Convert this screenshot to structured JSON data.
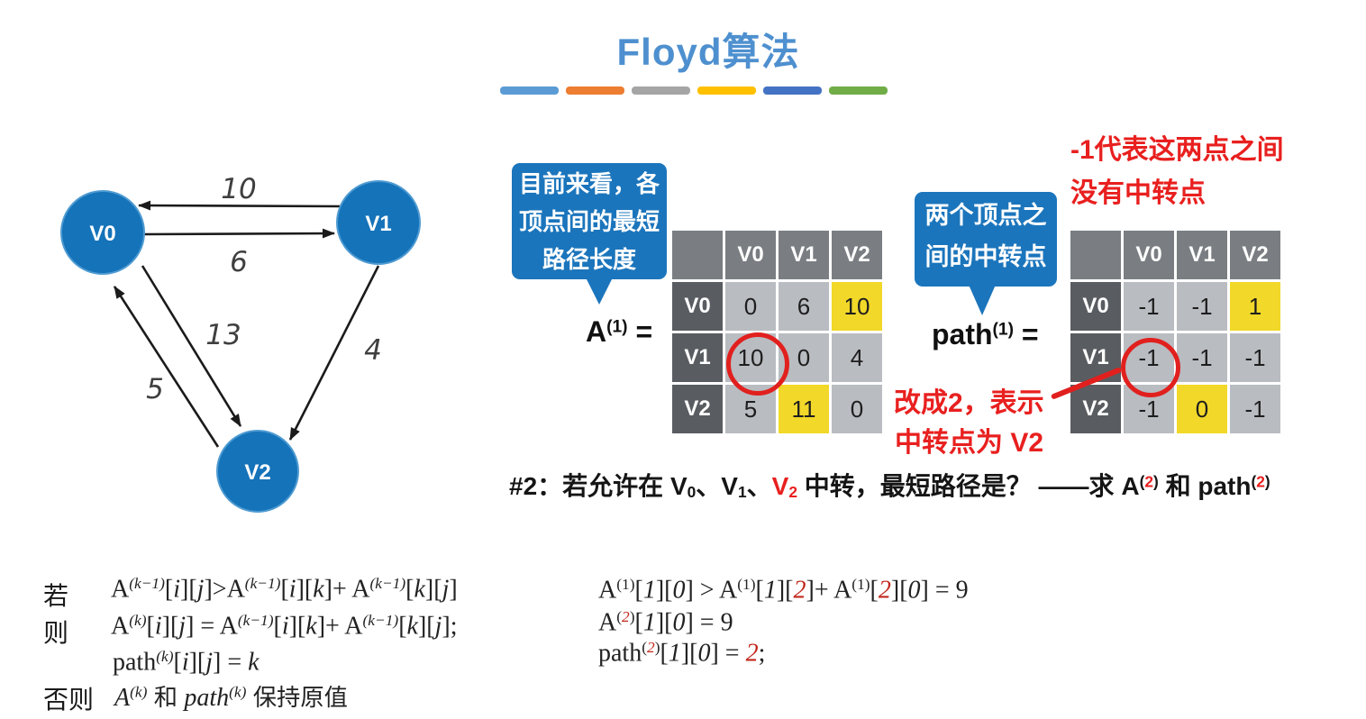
{
  "title": "Floyd算法",
  "title_color": "#4e90cf",
  "accent_bars": [
    "#5b9bd5",
    "#ed7d31",
    "#a5a5a5",
    "#ffc000",
    "#4472c4",
    "#70ad47"
  ],
  "graph": {
    "node_color": "#1573b9",
    "nodes": [
      {
        "label": "V0"
      },
      {
        "label": "V1"
      },
      {
        "label": "V2"
      }
    ],
    "edges": [
      {
        "from": "V1",
        "to": "V0",
        "weight": "10"
      },
      {
        "from": "V0",
        "to": "V1",
        "weight": "6"
      },
      {
        "from": "V0",
        "to": "V2",
        "weight": "13"
      },
      {
        "from": "V2",
        "to": "V0",
        "weight": "5"
      },
      {
        "from": "V1",
        "to": "V2",
        "weight": "4"
      }
    ]
  },
  "bubbles": {
    "color": "#1b75bc",
    "a": {
      "lines": [
        "目前来看，各",
        "顶点间的最短",
        "路径长度"
      ]
    },
    "path": {
      "lines": [
        "两个顶点之",
        "间的中转点"
      ]
    }
  },
  "matrix_a": {
    "label": [
      {
        "t": "A"
      },
      {
        "t": "(1)",
        "c": "sup"
      },
      {
        "t": " ="
      }
    ],
    "col_headers": [
      "V0",
      "V1",
      "V2"
    ],
    "row_headers": [
      "V0",
      "V1",
      "V2"
    ],
    "rows": [
      [
        "0",
        "6",
        "10"
      ],
      [
        "10",
        "0",
        "4"
      ],
      [
        "5",
        "11",
        "0"
      ]
    ],
    "highlight_cells": [
      [
        0,
        2
      ],
      [
        2,
        1
      ]
    ],
    "circled_cell": [
      1,
      0
    ],
    "highlight_color": "#f2d829"
  },
  "matrix_path": {
    "label": [
      {
        "t": "path"
      },
      {
        "t": "(1)",
        "c": "sup"
      },
      {
        "t": " ="
      }
    ],
    "col_headers": [
      "V0",
      "V1",
      "V2"
    ],
    "row_headers": [
      "V0",
      "V1",
      "V2"
    ],
    "rows": [
      [
        "-1",
        "-1",
        "1"
      ],
      [
        "-1",
        "-1",
        "-1"
      ],
      [
        "-1",
        "0",
        "-1"
      ]
    ],
    "highlight_cells": [
      [
        0,
        2
      ],
      [
        2,
        1
      ]
    ],
    "circled_cell": [
      1,
      0
    ],
    "highlight_color": "#f2d829"
  },
  "annotations": {
    "color": "#e8201f",
    "no_transfer": [
      "-1代表这两点之间",
      "没有中转点"
    ],
    "change": [
      "改成2，表示",
      "中转点为 V2"
    ]
  },
  "question": {
    "segments": [
      {
        "t": "#2：若允许在 "
      },
      {
        "t": "V"
      },
      {
        "t": "0",
        "c": "sub"
      },
      {
        "t": "、"
      },
      {
        "t": "V"
      },
      {
        "t": "1",
        "c": "sub"
      },
      {
        "t": "、"
      },
      {
        "t": "V",
        "c": "redA"
      },
      {
        "t": "2",
        "c": "sub redA"
      },
      {
        "t": " 中转，最短路径是？ ——求 "
      },
      {
        "t": "A"
      },
      {
        "t": "(",
        "c": "sup"
      },
      {
        "t": "2",
        "c": "sup redA"
      },
      {
        "t": ")",
        "c": "sup"
      },
      {
        "t": " 和 path"
      },
      {
        "t": "(",
        "c": "sup"
      },
      {
        "t": "2",
        "c": "sup redA"
      },
      {
        "t": ")",
        "c": "sup"
      }
    ]
  },
  "formulas_left": {
    "rows": [
      {
        "label": "若",
        "segments": [
          {
            "t": "A"
          },
          {
            "t": "(k−1)",
            "c": "sup it"
          },
          {
            "t": "["
          },
          {
            "t": "i",
            "c": "it"
          },
          {
            "t": "]["
          },
          {
            "t": "j",
            "c": "it"
          },
          {
            "t": "]>A"
          },
          {
            "t": "(k−1)",
            "c": "sup it"
          },
          {
            "t": "["
          },
          {
            "t": "i",
            "c": "it"
          },
          {
            "t": "]["
          },
          {
            "t": "k",
            "c": "it"
          },
          {
            "t": "]+ A"
          },
          {
            "t": "(k−1)",
            "c": "sup it"
          },
          {
            "t": "["
          },
          {
            "t": "k",
            "c": "it"
          },
          {
            "t": "]["
          },
          {
            "t": "j",
            "c": "it"
          },
          {
            "t": "]"
          }
        ]
      },
      {
        "label": "则",
        "segments": [
          {
            "t": "A"
          },
          {
            "t": "(k)",
            "c": "sup it"
          },
          {
            "t": "["
          },
          {
            "t": "i",
            "c": "it"
          },
          {
            "t": "]["
          },
          {
            "t": "j",
            "c": "it"
          },
          {
            "t": "] = A"
          },
          {
            "t": "(k−1)",
            "c": "sup it"
          },
          {
            "t": "["
          },
          {
            "t": "i",
            "c": "it"
          },
          {
            "t": "]["
          },
          {
            "t": "k",
            "c": "it"
          },
          {
            "t": "]+ A"
          },
          {
            "t": "(k−1)",
            "c": "sup it"
          },
          {
            "t": "["
          },
          {
            "t": "k",
            "c": "it"
          },
          {
            "t": "]["
          },
          {
            "t": "j",
            "c": "it"
          },
          {
            "t": "];"
          }
        ]
      },
      {
        "label": "",
        "segments": [
          {
            "t": "path"
          },
          {
            "t": "(k)",
            "c": "sup it"
          },
          {
            "t": "["
          },
          {
            "t": "i",
            "c": "it"
          },
          {
            "t": "]["
          },
          {
            "t": "j",
            "c": "it"
          },
          {
            "t": "] = "
          },
          {
            "t": "k",
            "c": "it"
          }
        ]
      },
      {
        "label": "否则",
        "segments": [
          {
            "t": "A",
            "c": "it"
          },
          {
            "t": "(k)",
            "c": "sup it"
          },
          {
            "t": " 和 ",
            "c": "cjk"
          },
          {
            "t": "path",
            "c": "it"
          },
          {
            "t": "(k)",
            "c": "sup it"
          },
          {
            "t": " 保持原值",
            "c": "cjk"
          }
        ]
      }
    ]
  },
  "formulas_right": {
    "lines": [
      {
        "segments": [
          {
            "t": "A"
          },
          {
            "t": "(1)",
            "c": "sup"
          },
          {
            "t": "["
          },
          {
            "t": "1",
            "c": "it"
          },
          {
            "t": "]["
          },
          {
            "t": "0",
            "c": "it"
          },
          {
            "t": "] > A"
          },
          {
            "t": "(1)",
            "c": "sup"
          },
          {
            "t": "["
          },
          {
            "t": "1",
            "c": "it"
          },
          {
            "t": "]["
          },
          {
            "t": "2",
            "c": "it redF"
          },
          {
            "t": "]+ A"
          },
          {
            "t": "(1)",
            "c": "sup"
          },
          {
            "t": "["
          },
          {
            "t": "2",
            "c": "it redF"
          },
          {
            "t": "]["
          },
          {
            "t": "0",
            "c": "it"
          },
          {
            "t": "] = 9"
          }
        ]
      },
      {
        "segments": [
          {
            "t": "A"
          },
          {
            "t": "(",
            "c": "sup"
          },
          {
            "t": "2",
            "c": "sup it redF"
          },
          {
            "t": ")",
            "c": "sup"
          },
          {
            "t": "["
          },
          {
            "t": "1",
            "c": "it"
          },
          {
            "t": "]["
          },
          {
            "t": "0",
            "c": "it"
          },
          {
            "t": "] = 9"
          }
        ]
      },
      {
        "segments": [
          {
            "t": "path"
          },
          {
            "t": "(",
            "c": "sup"
          },
          {
            "t": "2",
            "c": "sup it redF"
          },
          {
            "t": ")",
            "c": "sup"
          },
          {
            "t": "["
          },
          {
            "t": "1",
            "c": "it"
          },
          {
            "t": "]["
          },
          {
            "t": "0",
            "c": "it"
          },
          {
            "t": "] = "
          },
          {
            "t": "2",
            "c": "it redF"
          },
          {
            "t": ";"
          }
        ]
      }
    ]
  }
}
